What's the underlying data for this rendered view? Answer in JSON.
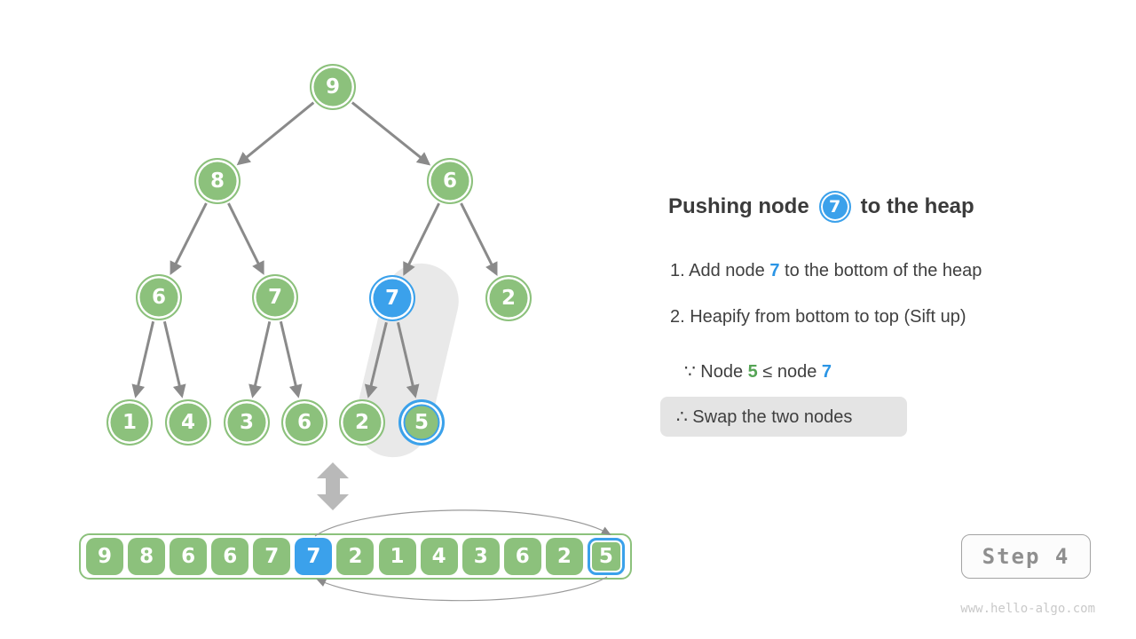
{
  "panel": {
    "title": {
      "prefix": "Pushing node",
      "node": "7",
      "suffix": "to the heap"
    },
    "steps": [
      {
        "prefix": "1. Add node ",
        "node": "7",
        "suffix": " to the bottom of the heap"
      },
      {
        "prefix": "2. Heapify from bottom to top (Sift up)"
      }
    ],
    "because": {
      "prefix": "∵ Node ",
      "green": "5",
      "mid": " ≤ node ",
      "blue": "7"
    },
    "therefore": "∴ Swap the two nodes"
  },
  "tree": {
    "nodes": [
      {
        "value": "9",
        "style": "green"
      },
      {
        "value": "8",
        "style": "green"
      },
      {
        "value": "6",
        "style": "green"
      },
      {
        "value": "6",
        "style": "green"
      },
      {
        "value": "7",
        "style": "green"
      },
      {
        "value": "7",
        "style": "blue"
      },
      {
        "value": "2",
        "style": "green"
      },
      {
        "value": "1",
        "style": "green"
      },
      {
        "value": "4",
        "style": "green"
      },
      {
        "value": "3",
        "style": "green"
      },
      {
        "value": "6",
        "style": "green"
      },
      {
        "value": "2",
        "style": "green"
      },
      {
        "value": "5",
        "style": "green-ring"
      }
    ],
    "edges": [
      [
        0,
        1
      ],
      [
        0,
        2
      ],
      [
        1,
        3
      ],
      [
        1,
        4
      ],
      [
        2,
        5
      ],
      [
        2,
        6
      ],
      [
        3,
        7
      ],
      [
        3,
        8
      ],
      [
        4,
        9
      ],
      [
        4,
        10
      ],
      [
        5,
        11
      ],
      [
        5,
        12
      ]
    ]
  },
  "array": {
    "values": [
      "9",
      "8",
      "6",
      "6",
      "7",
      "7",
      "2",
      "1",
      "4",
      "3",
      "6",
      "2",
      "5"
    ],
    "blue_index": 5,
    "ring_index": 12
  },
  "step_button": {
    "label": "Step 4"
  },
  "watermark": "www.hello-algo.com",
  "colors": {
    "green": "#8CC17C",
    "blue": "#3BA1EB",
    "text_green": "#55A455",
    "text_blue": "#2B95E5",
    "edge_gray": "#8A8A8A",
    "capsule_gray": "#E9E9E9",
    "box_gray": "#E4E4E4",
    "text_dark": "#3B3B3B"
  }
}
